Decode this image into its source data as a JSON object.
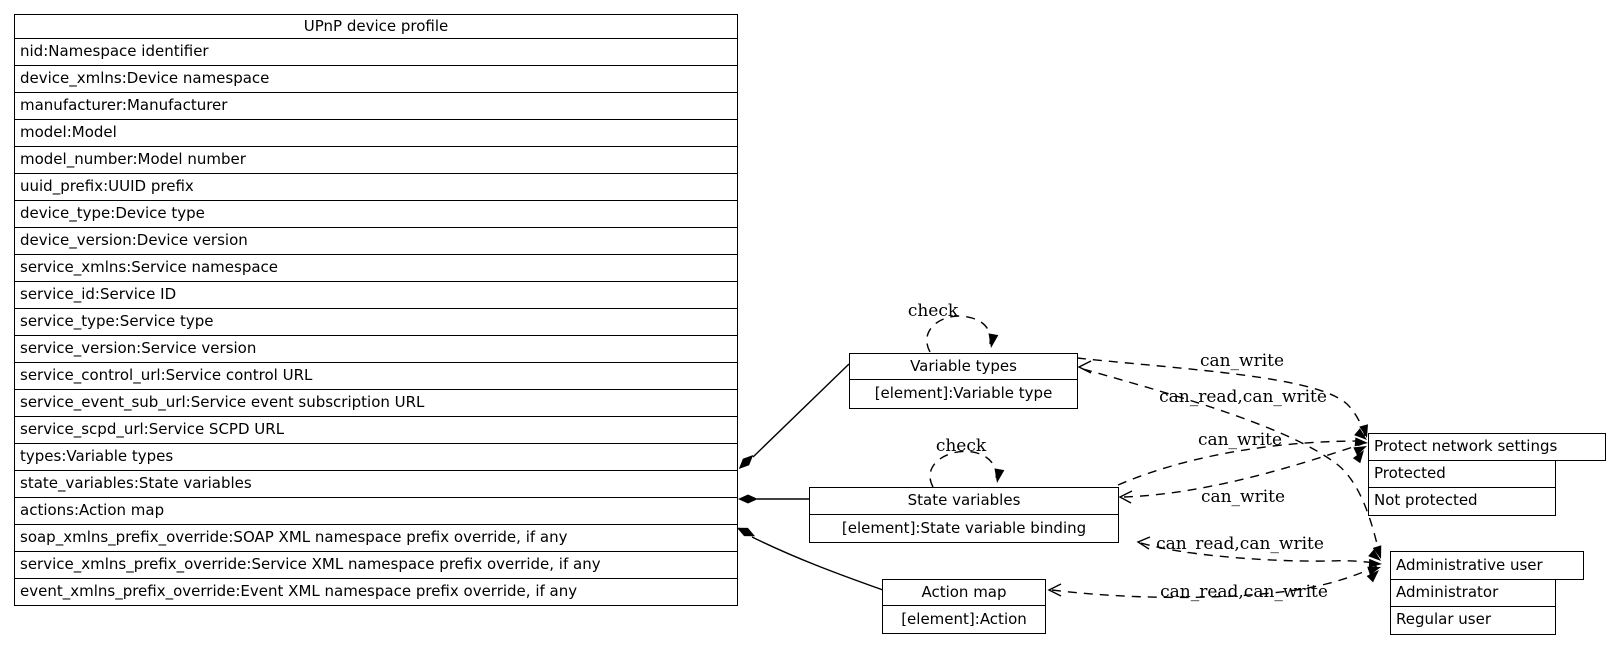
{
  "diagram": {
    "background": "#ffffff",
    "stroke_color": "#000000",
    "table": {
      "title": "UPnP device profile",
      "rows": [
        "nid:Namespace identifier",
        "device_xmlns:Device namespace",
        "manufacturer:Manufacturer",
        "model:Model",
        "model_number:Model number",
        "uuid_prefix:UUID prefix",
        "device_type:Device type",
        "device_version:Device version",
        "service_xmlns:Service namespace",
        "service_id:Service ID",
        "service_type:Service type",
        "service_version:Service version",
        "service_control_url:Service control URL",
        "service_event_sub_url:Service event subscription URL",
        "service_scpd_url:Service SCPD URL",
        "types:Variable types",
        "state_variables:State variables",
        "actions:Action map",
        "soap_xmlns_prefix_override:SOAP XML namespace prefix override, if any",
        "service_xmlns_prefix_override:Service XML namespace prefix override, if any",
        "event_xmlns_prefix_override:Event XML namespace prefix override, if any"
      ]
    },
    "nodes": {
      "variable_types": {
        "title": "Variable types",
        "field": "[element]:Variable type"
      },
      "state_variables": {
        "title": "State variables",
        "field": "[element]:State variable binding"
      },
      "action_map": {
        "title": "Action map",
        "field": "[element]:Action"
      },
      "protect_network_settings": {
        "title": "Protect network settings",
        "values": [
          "Protected",
          "Not protected"
        ]
      },
      "administrative_user": {
        "title": "Administrative user",
        "values": [
          "Administrator",
          "Regular user"
        ]
      }
    },
    "edge_labels": {
      "check_variable_types": "check",
      "check_state_variables": "check",
      "variable_types_can_write": "can_write",
      "variable_types_can_read_write": "can_read,can_write",
      "state_variables_can_write_upper": "can_write",
      "state_variables_can_write_lower": "can_write",
      "state_variables_can_read_write": "can_read,can_write",
      "action_map_can_read_write": "can_read,can_write"
    }
  }
}
